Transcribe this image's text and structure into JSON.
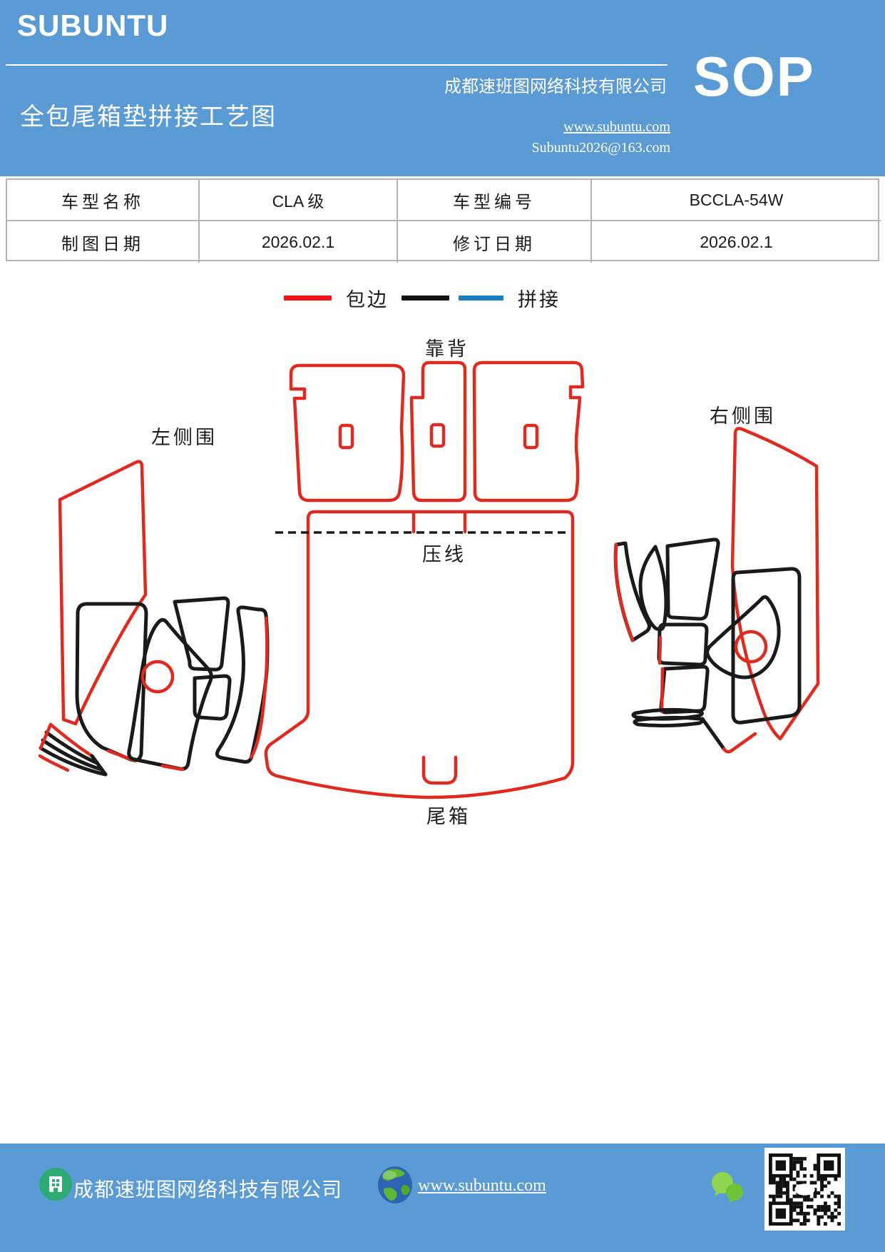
{
  "colors": {
    "accent_blue": "#5B9BD5",
    "edge_red": "#E02A20",
    "legend_red": "#F01313",
    "line_black": "#1A1A1A",
    "splice_blue": "#1B7FC4",
    "table_border": "#B5B5B5"
  },
  "header": {
    "brand": "SUBUNTU",
    "title": "全包尾箱垫拼接工艺图",
    "company": "成都速班图网络科技有限公司",
    "website": "www.subuntu.com",
    "email": "Subuntu2026@163.com",
    "doc_type": "SOP"
  },
  "info_table": {
    "rows": [
      [
        "车型名称",
        "CLA 级",
        "车型编号",
        "BCCLA-54W"
      ],
      [
        "制图日期",
        "2026.02.1",
        "修订日期",
        "2026.02.1"
      ]
    ]
  },
  "legend": {
    "items": [
      {
        "label": "包边",
        "swatches": [
          "red"
        ]
      },
      {
        "label": "拼接",
        "swatches": [
          "black",
          "blue"
        ]
      }
    ]
  },
  "diagram": {
    "labels": {
      "backrest": "靠背",
      "left_side": "左侧围",
      "right_side": "右侧围",
      "press_line": "压线",
      "trunk": "尾箱"
    }
  },
  "footer": {
    "company": "成都速班图网络科技有限公司",
    "website": "www.subuntu.com",
    "icons": [
      "company-icon",
      "globe-icon",
      "wechat-icon",
      "qr-code"
    ]
  }
}
